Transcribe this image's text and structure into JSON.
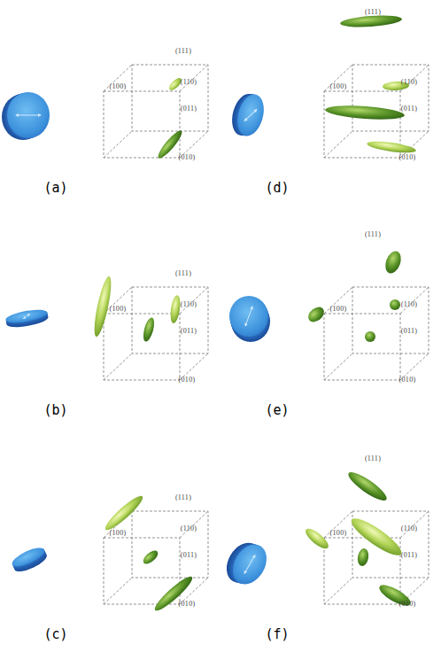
{
  "diagram": {
    "labels": [
      "(111)",
      "(100)",
      "(110)",
      "(011)",
      "(010)",
      "(a)",
      "(111)",
      "(100)",
      "(110)",
      "(011)",
      "(010)",
      "(b)",
      "(111)",
      "(100)",
      "(110)",
      "(011)",
      "(010)",
      "(c)",
      "(111)",
      "(100)",
      "(110)",
      "(011)",
      "(010)",
      "(d)",
      "(111)",
      "(100)",
      "(110)",
      "(011)",
      "(010)",
      "(e)",
      "(111)",
      "(100)",
      "(110)",
      "(011)",
      "(010)",
      "(f)"
    ]
  }
}
